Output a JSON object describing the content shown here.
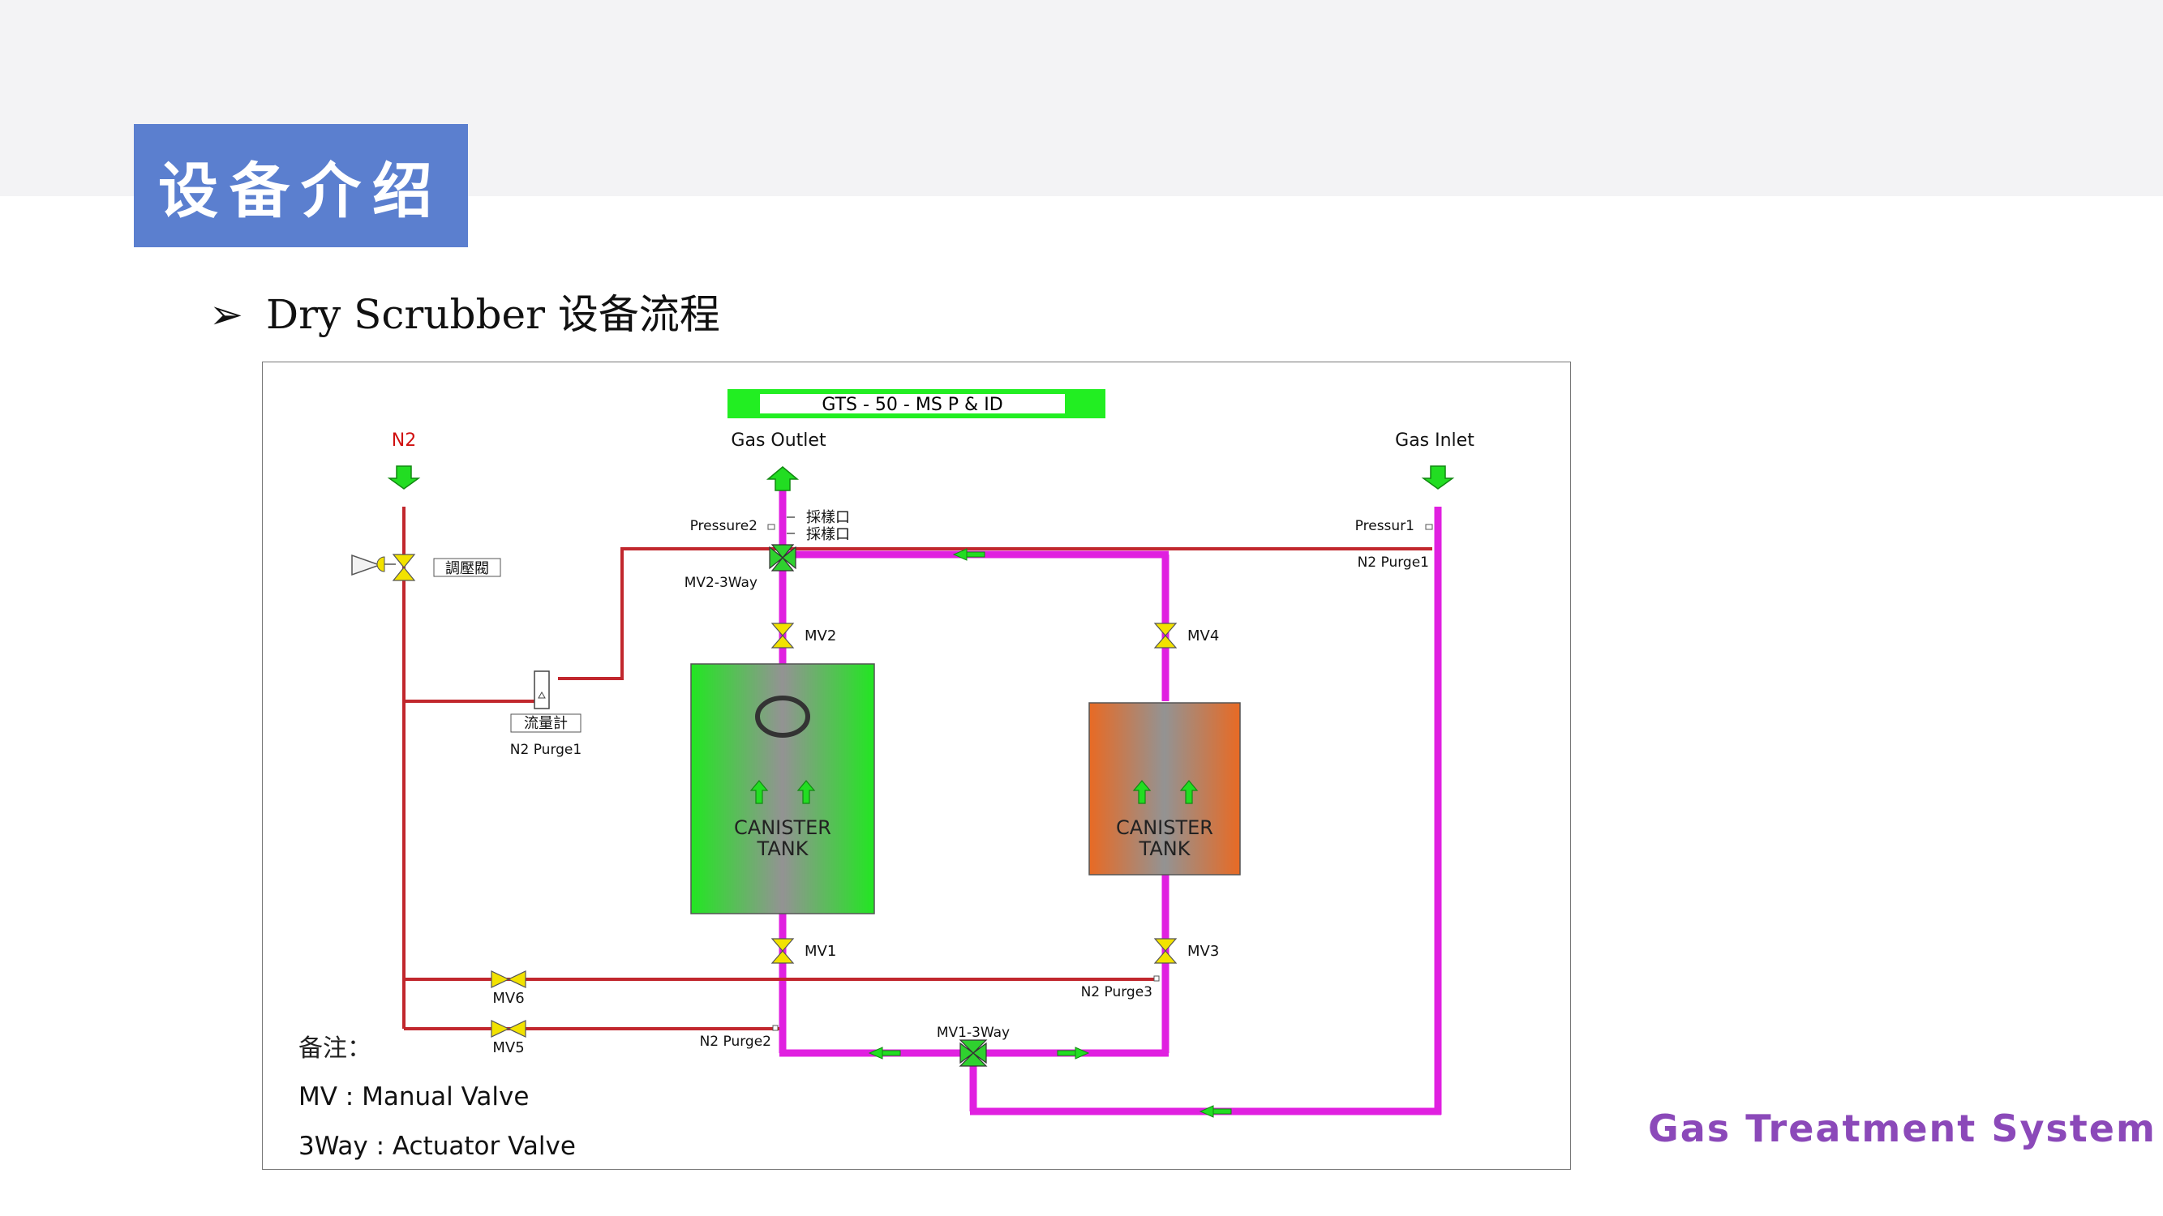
{
  "header": {
    "title": "设备介绍"
  },
  "section": {
    "bullet": "➢",
    "subtitle": "Dry Scrubber 设备流程"
  },
  "footer": {
    "brand": "Gas Treatment System"
  },
  "diagram": {
    "title": "GTS - 50 - MS  P & ID",
    "ports": {
      "n2": "N2",
      "gas_outlet": "Gas Outlet",
      "gas_inlet": "Gas Inlet"
    },
    "sensors": {
      "pressure2": "Pressure2",
      "pressure1": "Pressur1",
      "sampling_1": "採樣口",
      "sampling_2": "採樣口"
    },
    "components": {
      "regulator": "調壓閥",
      "flowmeter": "流量計"
    },
    "purge_labels": {
      "n2_purge1_right": "N2 Purge1",
      "n2_purge1_left": "N2 Purge1",
      "n2_purge2": "N2 Purge2",
      "n2_purge3": "N2 Purge3"
    },
    "valves": {
      "mv1": "MV1",
      "mv2": "MV2",
      "mv3": "MV3",
      "mv4": "MV4",
      "mv5": "MV5",
      "mv6": "MV6",
      "mv2_3way": "MV2-3Way",
      "mv1_3way": "MV1-3Way"
    },
    "tanks": [
      {
        "line1": "CANISTER",
        "line2": "TANK"
      },
      {
        "line1": "CANISTER",
        "line2": "TANK"
      }
    ],
    "notes": {
      "heading": "备注：",
      "mv": "MV : Manual Valve",
      "threeway": "3Way : Actuator Valve"
    }
  },
  "colors": {
    "title_box": "#5b7fcf",
    "brand": "#8b49b9",
    "n2_line": "#c1272d",
    "gas_line": "#e020e0",
    "arrow_green": "#22dd22",
    "valve_yellow": "#f2e200",
    "valve_green": "#2fd12f"
  }
}
